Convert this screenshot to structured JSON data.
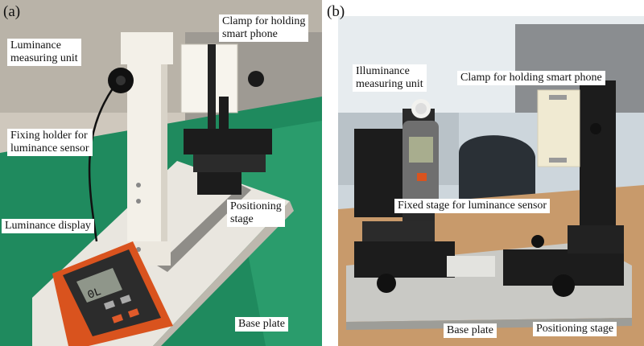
{
  "panel_a": {
    "letter": "(a)",
    "labels": {
      "luminance_unit": "Luminance\nmeasuring unit",
      "clamp": "Clamp for holding\nsmart phone",
      "fixing_holder": "Fixing holder for\nluminance sensor",
      "positioning_stage": "Positioning\nstage",
      "display": "Luminance display",
      "base_plate": "Base plate"
    },
    "display_readout": "0L"
  },
  "panel_b": {
    "letter": "(b)",
    "labels": {
      "illuminance_unit": "Illuminance\nmeasuring unit",
      "clamp": "Clamp for holding smart phone",
      "fixed_stage": "Fixed stage for luminance sensor",
      "base_plate": "Base plate",
      "positioning_stage": "Positioning stage"
    }
  },
  "colors": {
    "background": "#ffffff",
    "label_text": "#111111",
    "green_mat": "#1f8a5e",
    "stage_black": "#1c1c1c",
    "holder_white": "#f3f0e8",
    "display_orange": "#d9531e"
  }
}
